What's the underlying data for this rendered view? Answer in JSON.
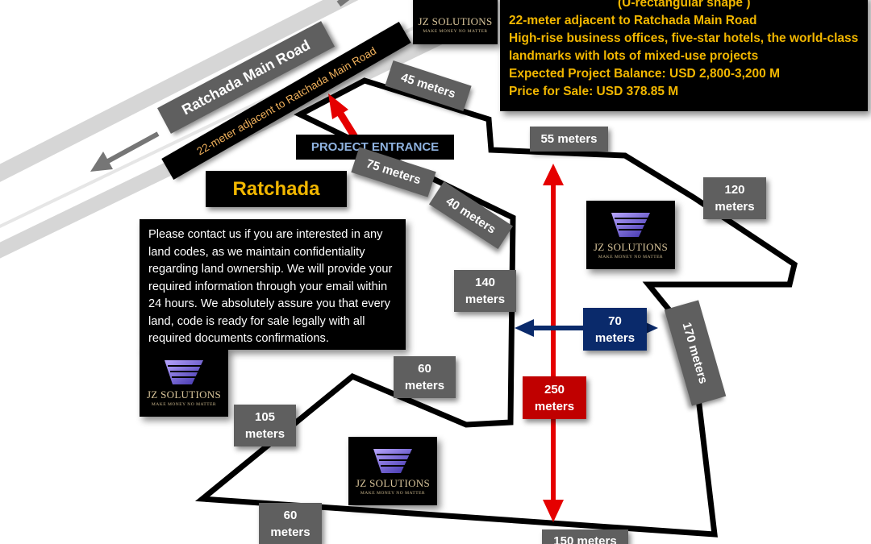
{
  "roads": {
    "main_road_label": "Ratchada Main Road",
    "adjacent_label": "22-meter adjacent to Ratchada Main Road"
  },
  "project_entrance": "PROJECT ENTRANCE",
  "district_label": "Ratchada",
  "info_box": {
    "lines": [
      "(U-rectangular shape )",
      "22-meter adjacent to Ratchada Main Road",
      "High-rise business offices, five-star hotels, the world-class",
      "landmarks with lots of mixed-use projects",
      "Expected Project Balance: USD 2,800-3,200 M",
      "Price for Sale: USD 378.85 M"
    ]
  },
  "contact_text": "Please contact us if you are interested in any land codes, as we maintain confidentiality regarding land ownership. We will provide your required information through your email within 24 hours. We absolutely assure you that every land, code is ready for sale legally with all required documents confirmations.",
  "logo": {
    "name": "JZ SOLUTIONS",
    "tagline": "MAKE MONEY NO MATTER"
  },
  "dimensions": {
    "d45": "45 meters",
    "d55": "55 meters",
    "d75": "75 meters",
    "d40": "40 meters",
    "d120": [
      "120",
      "meters"
    ],
    "d140": [
      "140",
      "meters"
    ],
    "d70": [
      "70",
      "meters"
    ],
    "d170": "170 meters",
    "d60a": [
      "60",
      "meters"
    ],
    "d250": [
      "250",
      "meters"
    ],
    "d105": [
      "105",
      "meters"
    ],
    "d60b": [
      "60",
      "meters"
    ],
    "d150": "150 meters"
  },
  "colors": {
    "label_gray": "#5f5f5f",
    "info_text": "#f2b700",
    "entrance_text": "#8fb3e0",
    "arrow_red": "#e50000",
    "box_red": "#c00000",
    "arrow_navy": "#0a2a6b",
    "boundary": "#000000",
    "road": "#d4d4d4"
  }
}
